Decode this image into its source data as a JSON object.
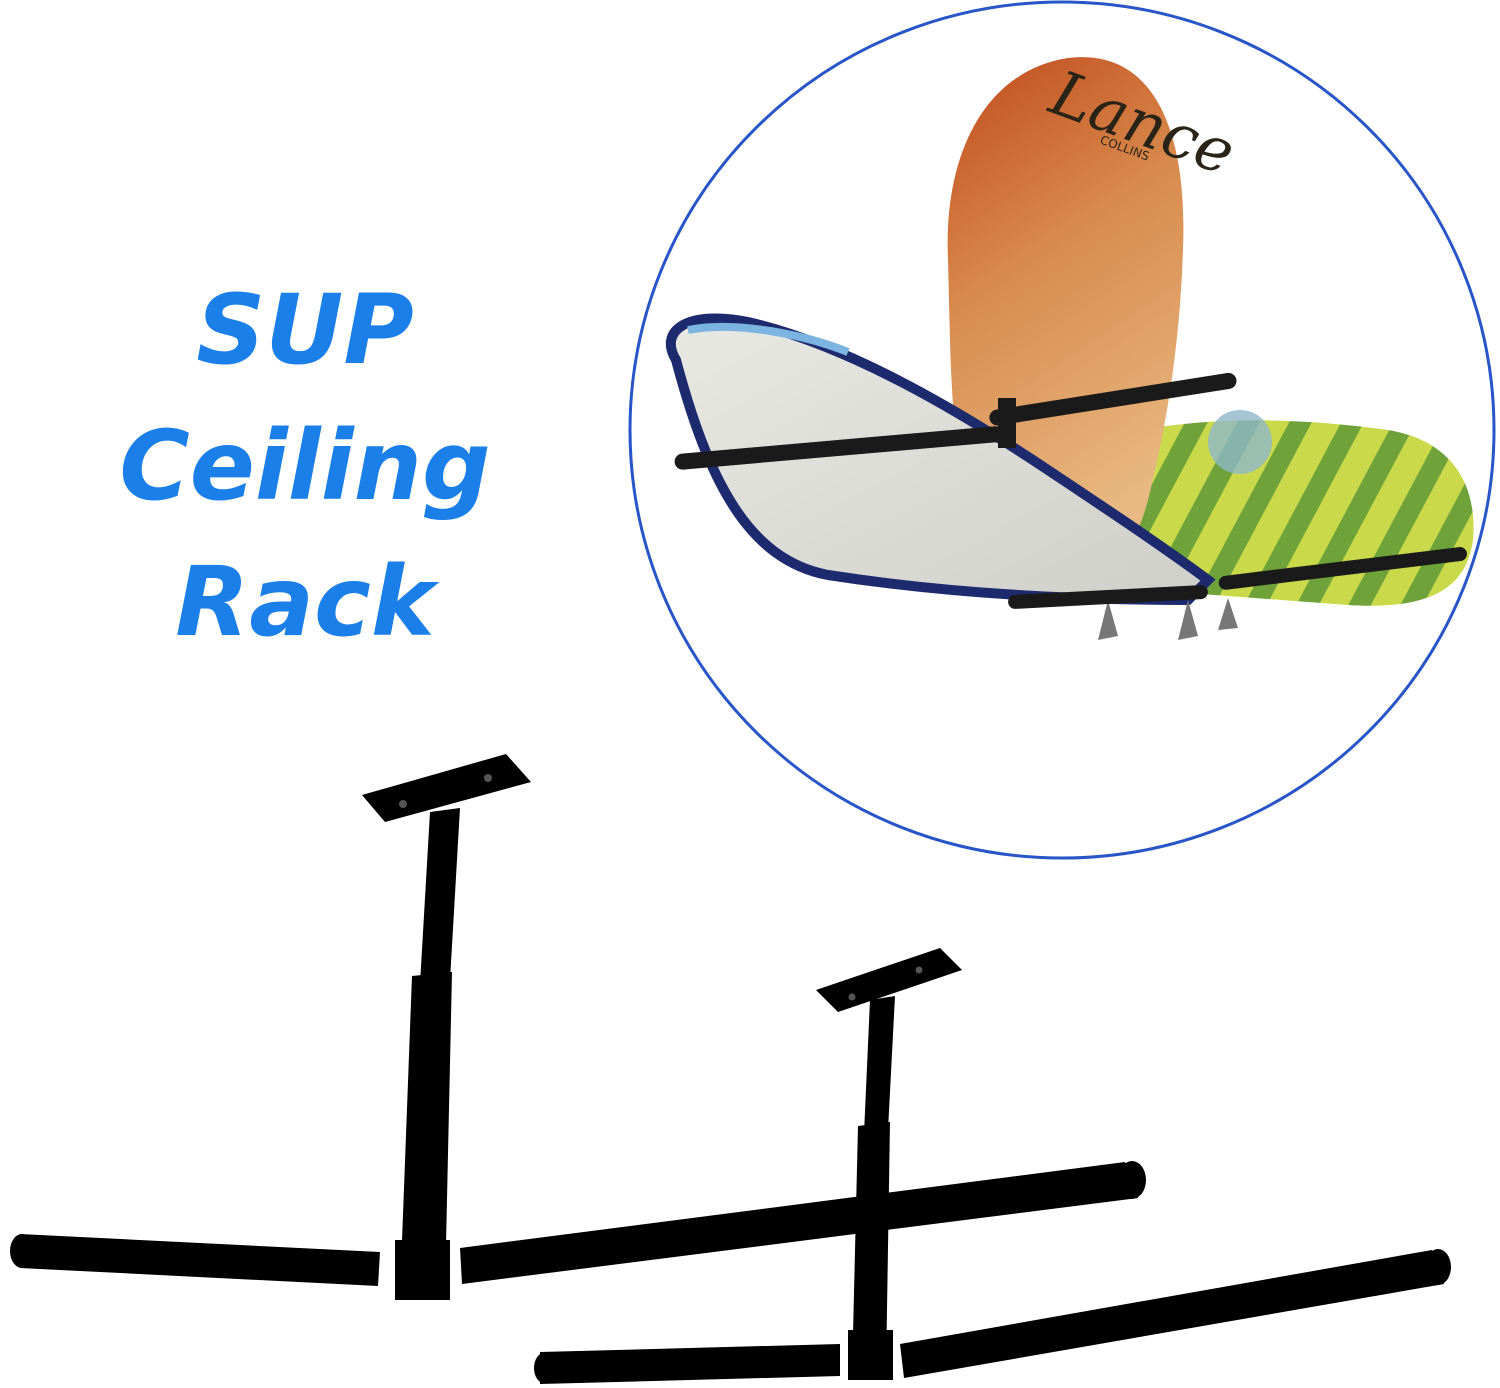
{
  "headline": {
    "line1": "SUP Ceiling",
    "line2": "Rack",
    "color": "#1a7fe8"
  },
  "inset_photo": {
    "border_color": "#2855c8",
    "board_logo": {
      "script": "Lance",
      "small": "COLLINS"
    },
    "boards": [
      "white-sup-board",
      "orange-surfboard",
      "yellow-green-striped-board"
    ]
  },
  "rack_product": {
    "color": "#000000",
    "units": 2
  }
}
